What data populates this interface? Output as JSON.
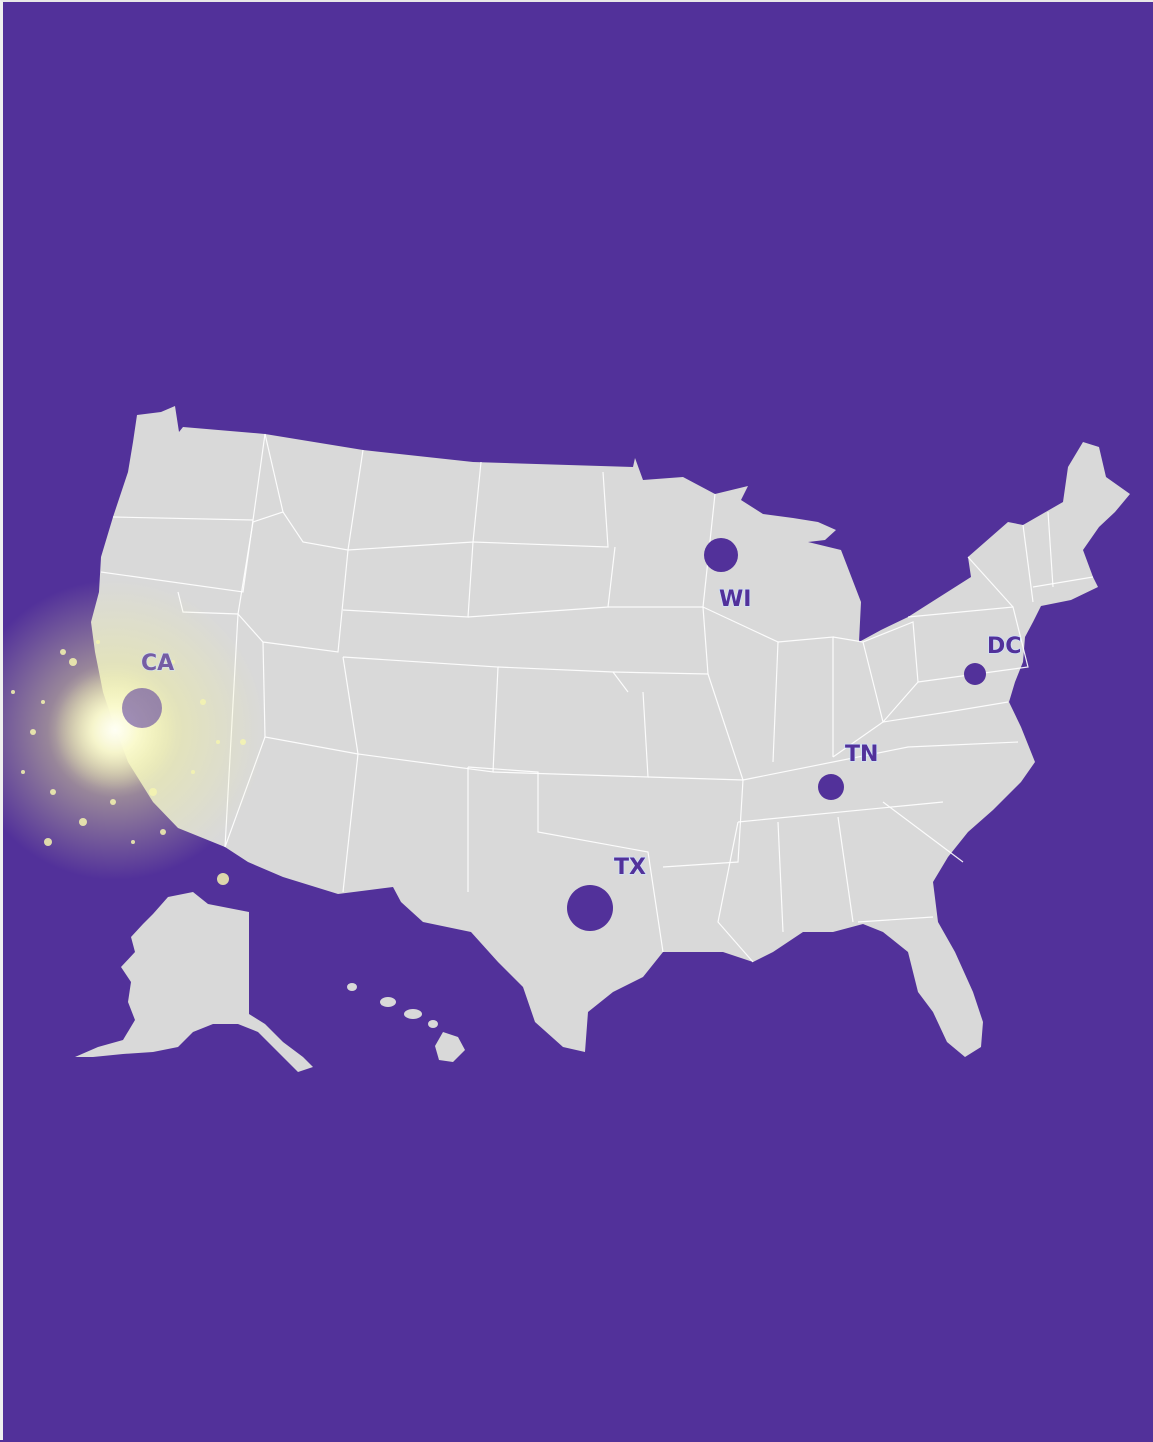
{
  "colors": {
    "background": "#52319a",
    "land": "#d9d9d9",
    "marker": "#52319a",
    "label_outline": "#cfe3ff",
    "sparkle": "#f2f2a6"
  },
  "map": {
    "title": "",
    "markers": [
      {
        "id": "ca",
        "label": "CA",
        "size": "medium",
        "highlighted": true
      },
      {
        "id": "wi",
        "label": "WI",
        "size": "medium",
        "highlighted": false
      },
      {
        "id": "dc",
        "label": "DC",
        "size": "small",
        "highlighted": false
      },
      {
        "id": "tn",
        "label": "TN",
        "size": "small",
        "highlighted": false
      },
      {
        "id": "tx",
        "label": "TX",
        "size": "large",
        "highlighted": false
      }
    ]
  }
}
